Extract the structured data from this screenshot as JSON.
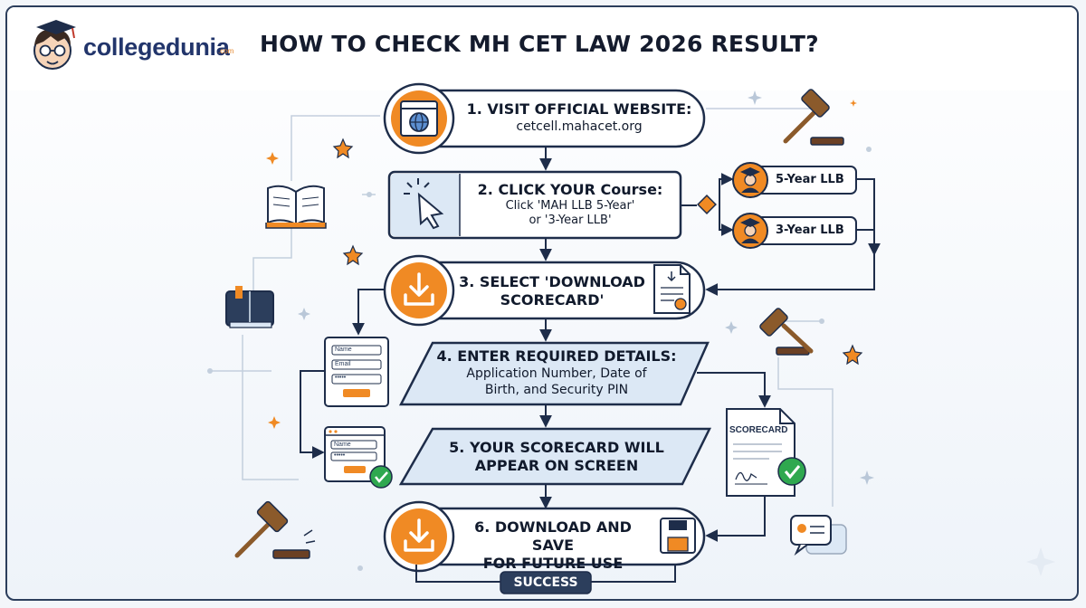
{
  "header": {
    "logo_text": "collegedunia",
    "logo_suffix": ".com",
    "title": "HOW TO CHECK MH CET LAW 2026 RESULT?"
  },
  "steps": [
    {
      "title": "1. VISIT OFFICIAL WEBSITE:",
      "detail": "cetcell.mahacet.org"
    },
    {
      "title": "2. CLICK YOUR Course:",
      "detail_line1": "Click 'MAH LLB 5-Year'",
      "detail_line2": "or '3-Year LLB'"
    },
    {
      "title_line1": "3. SELECT 'DOWNLOAD",
      "title_line2": "SCORECARD'"
    },
    {
      "title": "4. ENTER REQUIRED DETAILS:",
      "detail_line1": "Application Number, Date of",
      "detail_line2": "Birth, and Security PIN"
    },
    {
      "title_line1": "5. YOUR SCORECARD WILL",
      "title_line2": "APPEAR ON SCREEN"
    },
    {
      "title_line1": "6. DOWNLOAD AND SAVE",
      "title_line2": "FOR FUTURE USE"
    }
  ],
  "branches": {
    "option_a": "5-Year LLB",
    "option_b": "3-Year LLB"
  },
  "form_labels": {
    "name": "Name",
    "email": "Email",
    "pin": "•••••"
  },
  "scorecard_label": "SCORECARD",
  "success": "SUCCESS",
  "colors": {
    "navy": "#1e2d4a",
    "orange": "#f08a24",
    "light_blue": "#dce8f5",
    "green": "#2fa84f"
  },
  "icons": [
    "mascot-icon",
    "globe-icon",
    "cursor-icon",
    "download-icon",
    "document-icon",
    "graduate-icon",
    "form-icon",
    "check-icon",
    "save-icon",
    "gavel-icon",
    "book-icon",
    "star-icon",
    "chat-icon"
  ]
}
